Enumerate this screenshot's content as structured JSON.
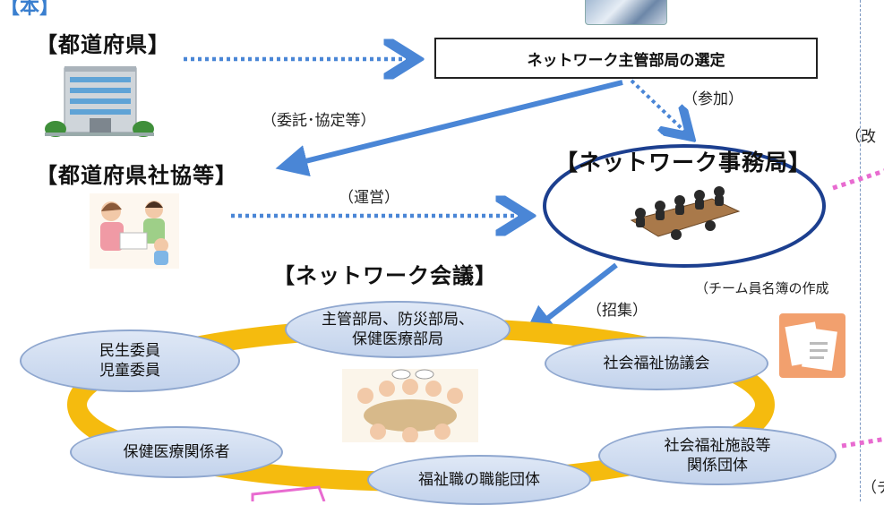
{
  "top_left_label": "【本】",
  "prefecture": {
    "heading": "【都道府県】"
  },
  "selection_box": {
    "label": "ネットワーク主管部局の選定"
  },
  "labels": {
    "consign": "（委託･協定等）",
    "participate": "（参加）",
    "operate": "（運営）",
    "convene": "（招集）",
    "revise": "（改",
    "team_list": "（チーム員名簿の作成",
    "bottom_right": "（チ"
  },
  "social_welfare": {
    "heading": "【都道府県社協等】"
  },
  "secretariat": {
    "heading": "【ネットワーク事務局】"
  },
  "meeting": {
    "heading": "【ネットワーク会議】"
  },
  "ring_members": {
    "admin": "主管部局、防災部局、\n保健医療部局",
    "welfare_commissioner": "民生委員\n児童委員",
    "council": "社会福祉協議会",
    "health": "保健医療関係者",
    "facilities": "社会福祉施設等\n関係団体",
    "professional": "福祉職の職能団体"
  },
  "colors": {
    "arrow_blue": "#4a86d6",
    "ring_yellow": "#f5bb0e",
    "ellipse_fill": "#c9d7ee",
    "secretariat_border": "#1c3f8f",
    "pink": "#e86bd0"
  }
}
